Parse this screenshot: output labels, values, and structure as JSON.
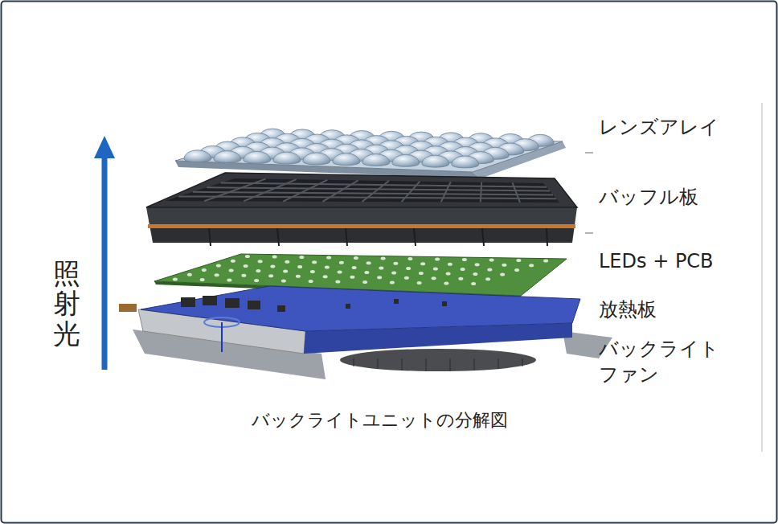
{
  "diagram": {
    "caption": "バックライトユニットの分解図",
    "labels": [
      "レンズアレイ",
      "バッフル板",
      "LEDs + PCB",
      "放熱板",
      "バックライト ファン",
      "照射光"
    ]
  }
}
